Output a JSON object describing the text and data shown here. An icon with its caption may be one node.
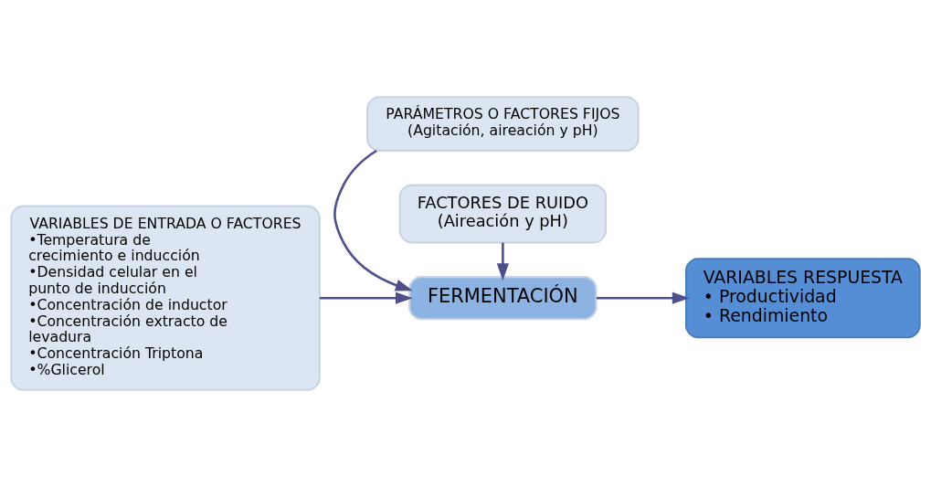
{
  "diagram": {
    "nodes": [
      {
        "text": [
          "VARIABLES DE ENTRADA O FACTORES",
          "•Temperatura de crecimiento e inducción",
          "•Densidad celular en el punto de inducción",
          "•Concentración de inductor",
          "•Concentración extracto de levadura",
          "•Concentración Triptona",
          "•%Glicerol"
        ]
      },
      {
        "text": [
          "PARÁMETROS O FACTORES FIJOS",
          "(Agitación, aireación y pH)"
        ]
      },
      {
        "text": [
          "FERMENTACIÓN"
        ]
      },
      {
        "text": [
          "FACTORES DE RUIDO",
          "(Aireación y pH)"
        ]
      },
      {
        "text": [
          "VARIABLES RESPUESTA",
          "• Productividad",
          "• Rendimiento"
        ]
      }
    ],
    "edges": [
      {
        "from": 0,
        "to": 2,
        "arrow": "to"
      },
      {
        "from": 1,
        "to": 2,
        "arrow": "to"
      },
      {
        "from": 3,
        "to": 2,
        "arrow": "to"
      },
      {
        "from": 2,
        "to": 4,
        "arrow": "to"
      }
    ]
  }
}
